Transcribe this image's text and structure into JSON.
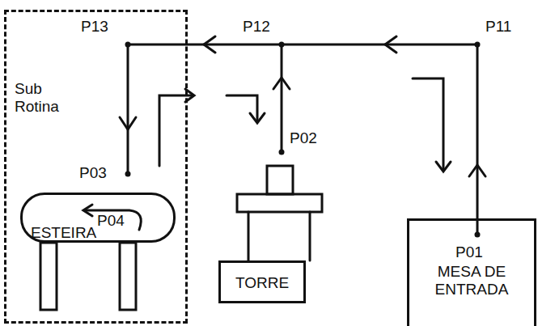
{
  "diagram": {
    "nodes": [
      {
        "text": [
          "Sub Rotina"
        ]
      },
      {
        "text": [
          "P04",
          "ESTEIRA"
        ],
        "in": 0
      },
      {
        "text": [
          "TORRE"
        ]
      },
      {
        "text": [
          "P01",
          "MESA DE ENTRADA"
        ]
      }
    ],
    "labels": [
      "P13",
      "P12",
      "P11",
      "P02",
      "P03"
    ]
  }
}
